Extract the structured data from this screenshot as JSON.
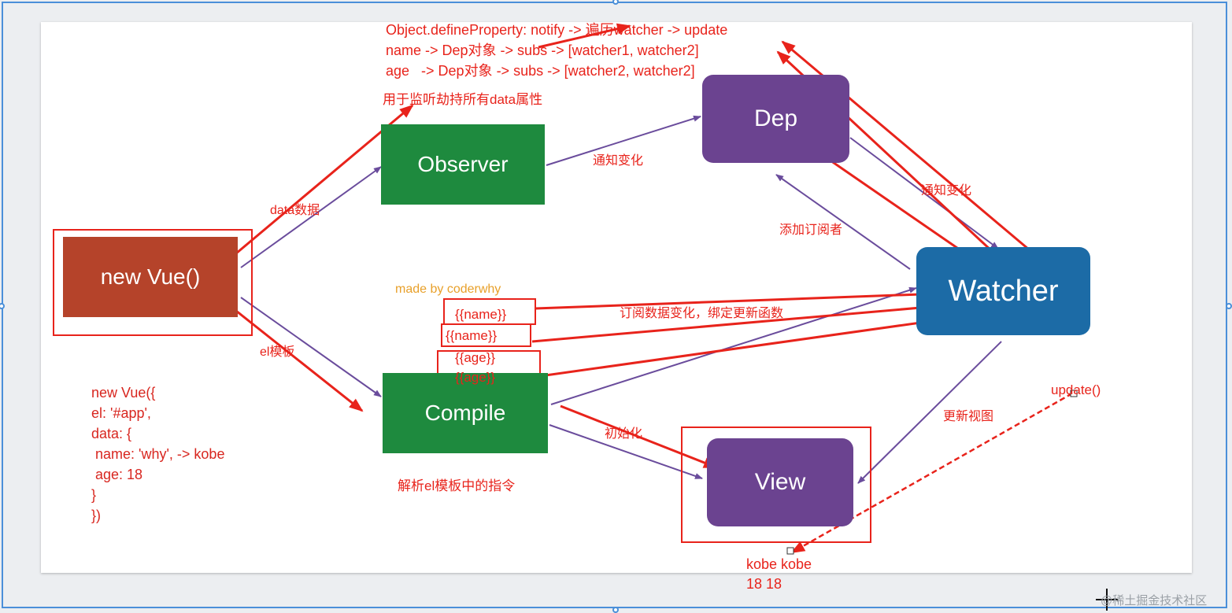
{
  "top_notes": {
    "line1": "Object.defineProperty: notify -> 遍历watcher -> update",
    "line2": "name -> Dep对象 -> subs -> [watcher1, watcher2]",
    "line3": "age   -> Dep对象 -> subs -> [watcher2, watcher2]"
  },
  "nodes": {
    "observer": "Observer",
    "dep": "Dep",
    "new_vue": "new Vue()",
    "watcher": "Watcher",
    "compile": "Compile",
    "view": "View"
  },
  "labels": {
    "observer_desc": "用于监听劫持所有data属性",
    "data_label": "data数据",
    "notify_change_1": "通知变化",
    "notify_change_2": "通知变化",
    "add_subscriber": "添加订阅者",
    "el_template": "el模板",
    "made_by": "made by coderwhy",
    "subscribe": "订阅数据变化，绑定更新函数",
    "init": "初始化",
    "update_view": "更新视图",
    "compile_desc": "解析el模板中的指令",
    "update_call": "update()"
  },
  "template_tokens": [
    "{{name}}",
    "{{name}}",
    "{{age}}",
    "{{age}}"
  ],
  "code_sample": [
    "new Vue({",
    "el: '#app',",
    "data: {",
    " name: 'why', -> kobe",
    " age: 18",
    "}",
    "})"
  ],
  "view_output": [
    "kobe kobe",
    "18 18"
  ],
  "watermark": "@稀土掘金技术社区",
  "colors": {
    "observer": "#1e8a3e",
    "compile": "#1e8a3e",
    "dep": "#6b4390",
    "view": "#6b4390",
    "new_vue": "#b5432a",
    "watcher": "#1c6ba6",
    "annotation": "#e8231b",
    "flow_line": "#6a4c9c"
  }
}
